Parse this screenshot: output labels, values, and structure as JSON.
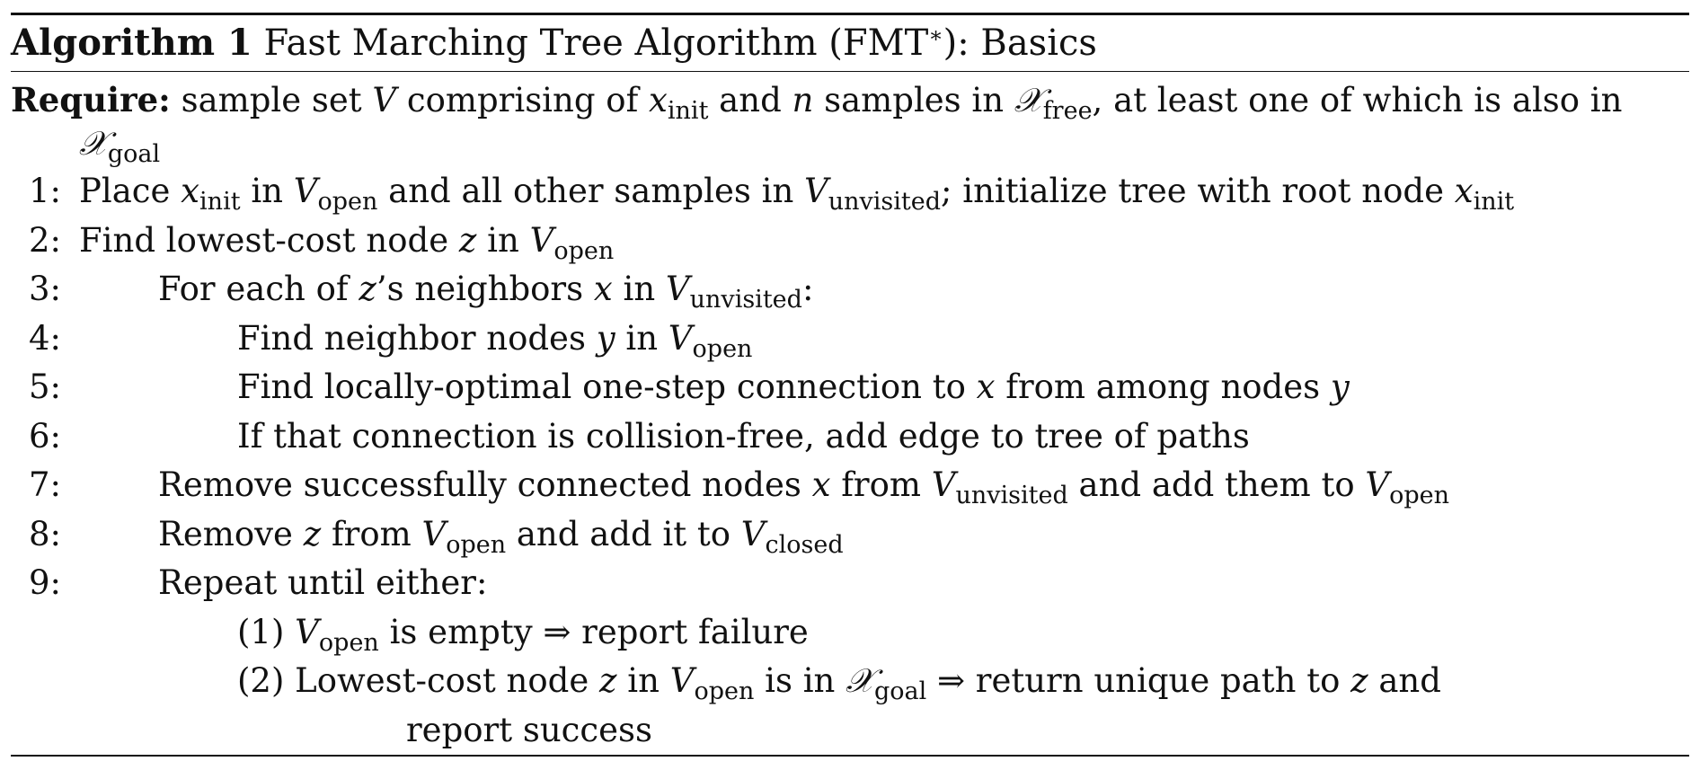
{
  "title": {
    "label": "Algorithm 1",
    "text": "Fast Marching Tree Algorithm (FMT",
    "star": "∗",
    "suffix": "): Basics"
  },
  "require": {
    "label": "Require:",
    "parts": {
      "a": "sample set ",
      "V": "V",
      "b": " comprising of ",
      "x": "x",
      "init": "init",
      "c": " and ",
      "n": "n",
      "d": " samples in ",
      "X": "𝒳",
      "free": "free",
      "e": ", at least one of which is also in",
      "X2": "𝒳",
      "goal": "goal"
    }
  },
  "steps": {
    "n1": "1:",
    "n2": "2:",
    "n3": "3:",
    "n4": "4:",
    "n5": "5:",
    "n6": "6:",
    "n7": "7:",
    "n8": "8:",
    "n9": "9:",
    "s1": {
      "a": "Place ",
      "x": "x",
      "init": "init",
      "b": " in ",
      "V": "V",
      "open": "open",
      "c": " and all other samples in ",
      "V2": "V",
      "unvisited": "unvisited",
      "d": "; initialize tree with root node ",
      "x2": "x",
      "init2": "init"
    },
    "s2": {
      "a": "Find lowest-cost node ",
      "z": "z",
      "b": " in ",
      "V": "V",
      "open": "open"
    },
    "s3": {
      "a": "For each of ",
      "z": "z",
      "b": "’s neighbors ",
      "x": "x",
      "c": " in ",
      "V": "V",
      "unvisited": "unvisited",
      "d": ":"
    },
    "s4": {
      "a": "Find neighbor nodes ",
      "y": "y",
      "b": " in ",
      "V": "V",
      "open": "open"
    },
    "s5": {
      "a": "Find locally-optimal one-step connection to ",
      "x": "x",
      "b": " from among nodes ",
      "y": "y"
    },
    "s6": {
      "a": "If that connection is collision-free, add edge to tree of paths"
    },
    "s7": {
      "a": "Remove successfully connected nodes ",
      "x": "x",
      "b": " from ",
      "V": "V",
      "unvisited": "unvisited",
      "c": " and add them to ",
      "V2": "V",
      "open": "open"
    },
    "s8": {
      "a": "Remove ",
      "z": "z",
      "b": " from ",
      "V": "V",
      "open": "open",
      "c": " and add it to ",
      "V2": "V",
      "closed": "closed"
    },
    "s9": {
      "a": "Repeat until either:"
    },
    "c1": {
      "a": "(1) ",
      "V": "V",
      "open": "open",
      "b": " is empty ⇒ report failure"
    },
    "c2": {
      "a": "(2) Lowest-cost node ",
      "z": "z",
      "b": " in ",
      "V": "V",
      "open": "open",
      "c": " is in ",
      "X": "𝒳",
      "goal": "goal",
      "d": " ⇒ return unique path to ",
      "z2": "z",
      "e": " and"
    },
    "c2b": {
      "a": "report success"
    }
  }
}
